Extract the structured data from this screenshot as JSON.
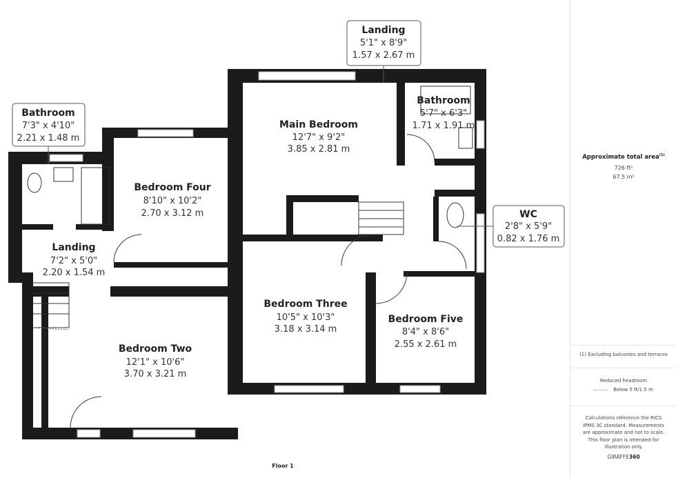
{
  "rooms": {
    "landing_top": {
      "name": "Landing",
      "imperial": "5'1\" x 8'9\"",
      "metric": "1.57 x 2.67 m"
    },
    "bathroom_left": {
      "name": "Bathroom",
      "imperial": "7'3\" x 4'10\"",
      "metric": "2.21 x 1.48 m"
    },
    "main_bedroom": {
      "name": "Main Bedroom",
      "imperial": "12'7\" x 9'2\"",
      "metric": "3.85 x 2.81 m"
    },
    "bathroom_right": {
      "name": "Bathroom",
      "imperial": "5'7\" x 6'3\"",
      "metric": "1.71 x 1.91 m"
    },
    "bedroom_four": {
      "name": "Bedroom Four",
      "imperial": "8'10\" x 10'2\"",
      "metric": "2.70 x 3.12 m"
    },
    "wc": {
      "name": "WC",
      "imperial": "2'8\" x 5'9\"",
      "metric": "0.82 x 1.76 m"
    },
    "landing_left": {
      "name": "Landing",
      "imperial": "7'2\" x 5'0\"",
      "metric": "2.20 x 1.54 m"
    },
    "bedroom_three": {
      "name": "Bedroom Three",
      "imperial": "10'5\" x 10'3\"",
      "metric": "3.18 x 3.14 m"
    },
    "bedroom_five": {
      "name": "Bedroom Five",
      "imperial": "8'4\" x 8'6\"",
      "metric": "2.55 x 2.61 m"
    },
    "bedroom_two": {
      "name": "Bedroom Two",
      "imperial": "12'1\" x 10'6\"",
      "metric": "3.70 x 3.21 m"
    }
  },
  "floor_label": "Floor 1",
  "panel": {
    "area_title": "Approximate total area",
    "area_note_mark": "(1)",
    "area_ft": "726 ft²",
    "area_m": "67.5 m²",
    "footnote": "(1) Excluding balconies and terraces",
    "headroom_title": "Reduced headroom",
    "headroom_legend": "Below 5 ft/1.5 m",
    "disclaimer": "Calculations reference the RICS IPMS 3C standard. Measurements are approximate and not to scale. This floor plan is intended for illustration only.",
    "brand_a": "GIRAFFE",
    "brand_b": "360"
  },
  "colors": {
    "wall": "#1b1b1b",
    "window": "#ffffff",
    "callout_border": "#555555"
  }
}
